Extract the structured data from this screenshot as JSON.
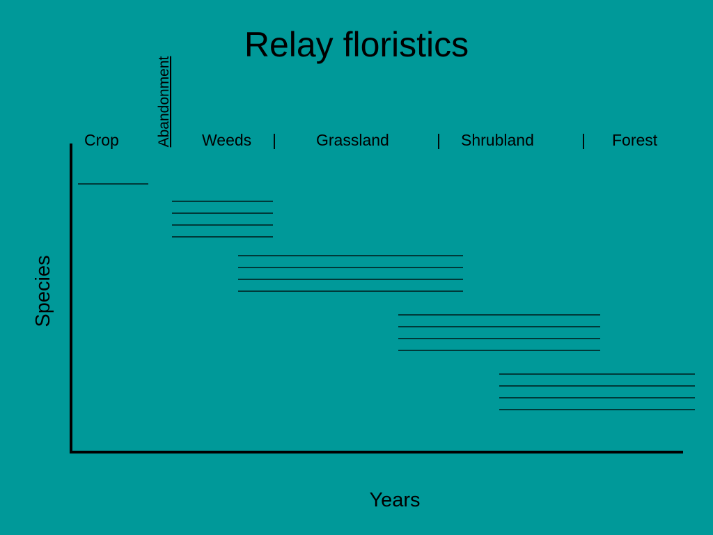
{
  "title": "Relay floristics",
  "abandonment_label": "Abandonment",
  "stages": {
    "crop": "Crop",
    "weeds": "Weeds",
    "grassland": "Grassland",
    "shrubland": "Shrubland",
    "forest": "Forest"
  },
  "separator": "|",
  "axes": {
    "ylabel": "Species",
    "xlabel": "Years"
  },
  "species_groups": [
    {
      "stage": "Crop",
      "species_lines": 1
    },
    {
      "stage": "Weeds",
      "species_lines": 4
    },
    {
      "stage": "Grassland",
      "species_lines": 4
    },
    {
      "stage": "Shrubland",
      "species_lines": 4
    },
    {
      "stage": "Forest",
      "species_lines": 4
    }
  ],
  "colors": {
    "background": "#009999",
    "ink": "#000000"
  }
}
